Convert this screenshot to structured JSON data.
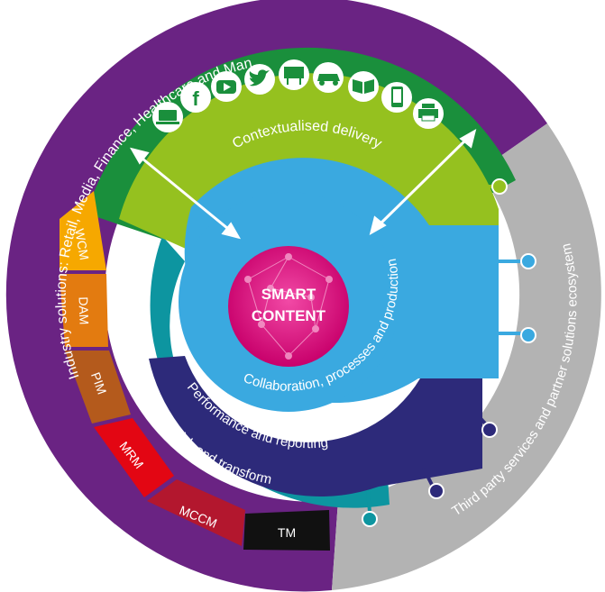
{
  "diagram": {
    "center": {
      "line1": "SMART",
      "line2": "CONTENT"
    },
    "rings": {
      "industry": "Industry solutions: Retail, Media, Finance, Healthcare and Manufacturing",
      "third_party": "Third party services and partner solutions ecosystem",
      "delivery": "Contextualised delivery",
      "collaboration": "Collaboration, processes and production",
      "performance": "Performance and reporting",
      "create": "Create, translate, enrich and transform"
    },
    "side_modules": [
      "WCM",
      "DAM",
      "PIM",
      "MRM",
      "MCCM",
      "TM"
    ],
    "channel_icons": [
      "laptop-icon",
      "facebook-icon",
      "youtube-icon",
      "twitter-icon",
      "billboard-icon",
      "car-icon",
      "book-icon",
      "mobile-icon",
      "printer-icon"
    ],
    "colors": {
      "industry_ring": "#6a2383",
      "third_party_ring": "#b3b3b3",
      "channel_band": "#1a8f3c",
      "delivery": "#95c11f",
      "collaboration": "#3aa9e0",
      "performance": "#2d2a7a",
      "create": "#0d95a0",
      "core": "#e2007a",
      "wcm": "#f6a800",
      "dam": "#e37b10",
      "pim": "#b45a1c",
      "mrm": "#e30613",
      "mccm": "#b3172e",
      "tm": "#111111"
    }
  }
}
